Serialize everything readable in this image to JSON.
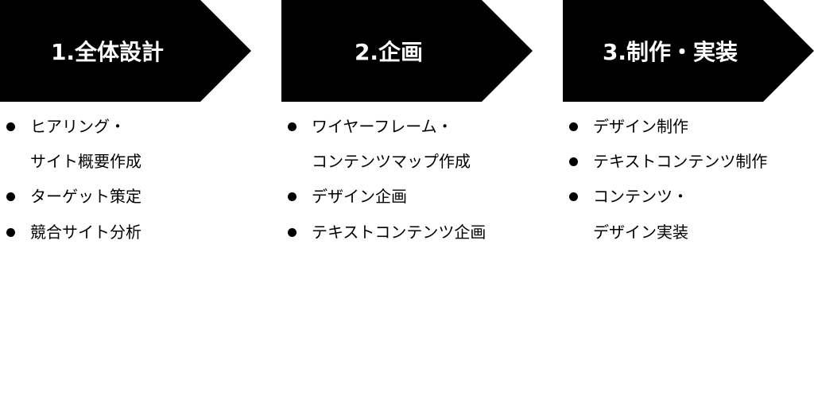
{
  "columns": [
    {
      "title": "1.全体設計",
      "lines": [
        {
          "text": "ヒアリング・",
          "bullet": true
        },
        {
          "text": "サイト概要作成",
          "bullet": false
        },
        {
          "text": "ターゲット策定",
          "bullet": true
        },
        {
          "text": "競合サイト分析",
          "bullet": true
        }
      ]
    },
    {
      "title": "2.企画",
      "lines": [
        {
          "text": "ワイヤーフレーム・",
          "bullet": true
        },
        {
          "text": "コンテンツマップ作成",
          "bullet": false
        },
        {
          "text": "デザイン企画",
          "bullet": true
        },
        {
          "text": "テキストコンテンツ企画",
          "bullet": true
        }
      ]
    },
    {
      "title": "3.制作・実装",
      "lines": [
        {
          "text": "デザイン制作",
          "bullet": true
        },
        {
          "text": "テキストコンテンツ制作",
          "bullet": true
        },
        {
          "text": "コンテンツ・",
          "bullet": true
        },
        {
          "text": "デザイン実装",
          "bullet": false
        }
      ]
    }
  ],
  "colors": {
    "arrow": "#000000",
    "text": "#000000",
    "title": "#ffffff"
  }
}
